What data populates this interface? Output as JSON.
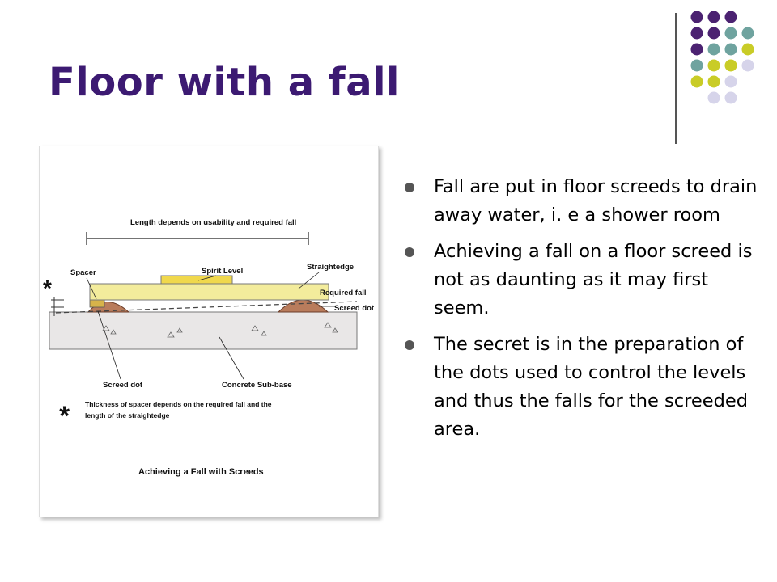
{
  "slide": {
    "title": "Floor with a fall",
    "bullets": [
      "Fall are put in floor screeds to drain away water, i. e a shower room",
      "Achieving a fall on a floor screed is not as daunting as it may first seem.",
      "The secret is in the preparation of the dots used to control the levels and thus the falls for the screeded area."
    ]
  },
  "diagram": {
    "length_label": "Length depends on usability and required fall",
    "spacer_label": "Spacer",
    "spirit_level_label": "Spirit Level",
    "straightedge_label": "Straightedge",
    "required_fall_label": "Required fall",
    "screed_dot_right_label": "Screed dot",
    "screed_dot_left_label": "Screed dot",
    "concrete_label": "Concrete Sub-base",
    "asterisk_top": "*",
    "asterisk_bottom": "*",
    "note_line1": "Thickness of spacer depends on the required fall and the",
    "note_line2": "length of the straightedge",
    "caption": "Achieving a Fall with Screeds"
  },
  "colors": {
    "title": "#3c1a72",
    "purple": "#4b2271",
    "teal": "#6fa39f",
    "lime": "#c9cc27",
    "lavender": "#d6d4ea",
    "straightedge": "#f3ec9c",
    "screed_dot": "#b97c5c",
    "concrete": "#e9e7e7"
  }
}
